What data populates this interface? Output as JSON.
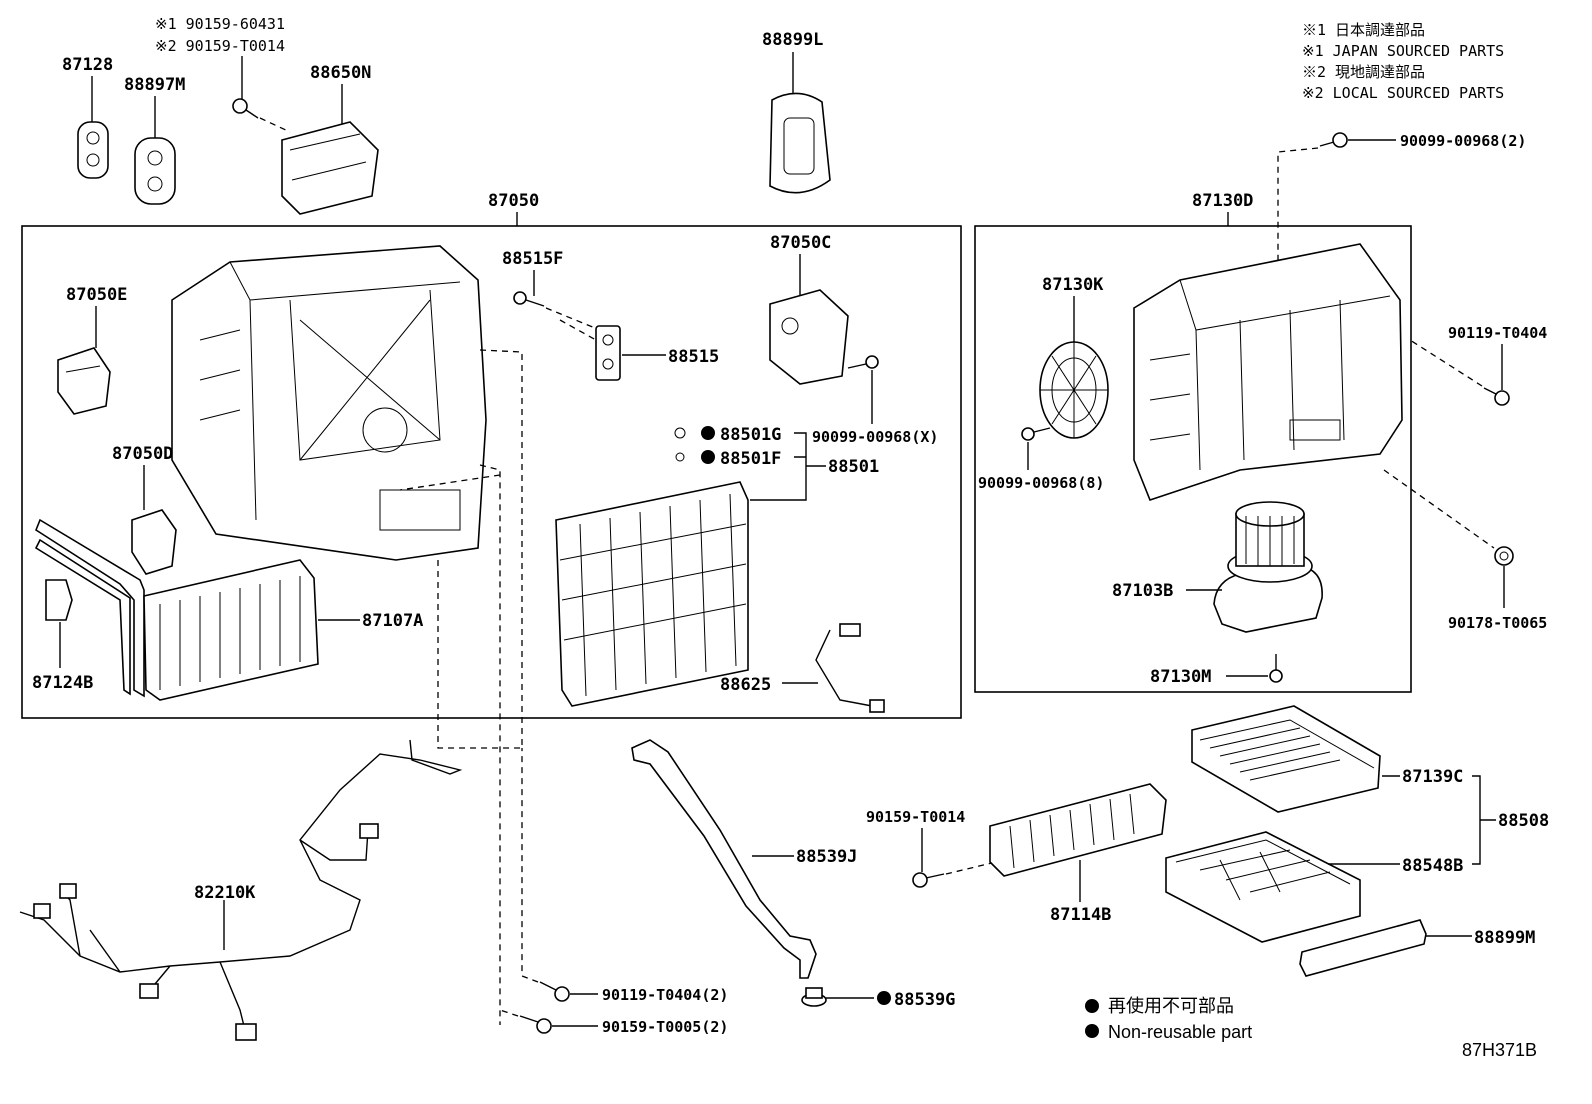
{
  "notes": {
    "top_left": [
      "※1 90159-60431",
      "※2 90159-T0014"
    ],
    "top_right": [
      "※1 日本調達部品",
      "※1 JAPAN SOURCED PARTS",
      "※2 現地調達部品",
      "※2 LOCAL SOURCED PARTS"
    ]
  },
  "legend": {
    "jp": "再使用不可部品",
    "en": "Non-reusable part"
  },
  "figure_id": "87H371B",
  "parts": {
    "p87128": "87128",
    "p88897M": "88897M",
    "p88650N": "88650N",
    "p88899L": "88899L",
    "p87050": "87050",
    "p87050E": "87050E",
    "p88515F": "88515F",
    "p88515": "88515",
    "p87050C": "87050C",
    "p90099_x": "90099-00968(X)",
    "p88501G": "88501G",
    "p88501F": "88501F",
    "p88501": "88501",
    "p87050D": "87050D",
    "p87107A": "87107A",
    "p87124B": "87124B",
    "p88625": "88625",
    "p87130D": "87130D",
    "p90099_2": "90099-00968(2)",
    "p87130K": "87130K",
    "p90119_t": "90119-T0404",
    "p90099_8": "90099-00968(8)",
    "p87103B": "87103B",
    "p90178": "90178-T0065",
    "p87130M": "87130M",
    "p82210K": "82210K",
    "p88539J": "88539J",
    "p90119_2": "90119-T0404(2)",
    "p90159_2": "90159-T0005(2)",
    "p88539G": "88539G",
    "p90159_t": "90159-T0014",
    "p87114B": "87114B",
    "p87139C": "87139C",
    "p88508": "88508",
    "p88548B": "88548B",
    "p88899M": "88899M"
  }
}
